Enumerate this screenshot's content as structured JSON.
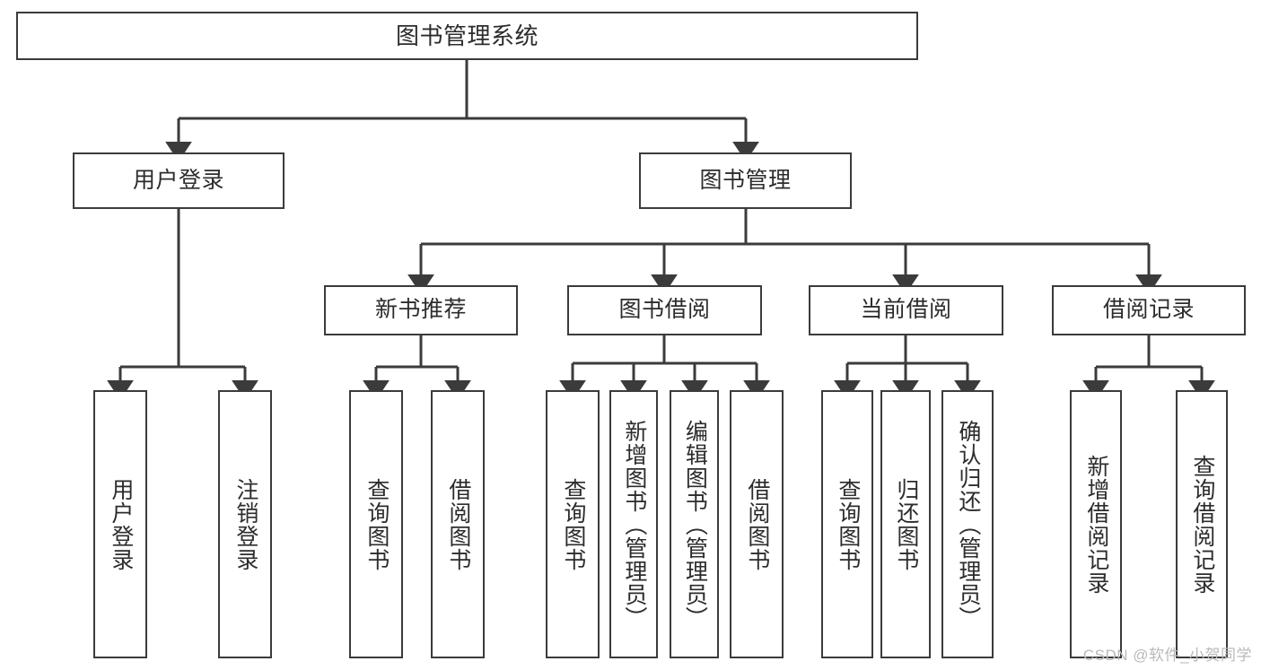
{
  "diagram": {
    "title": "图书管理系统",
    "type": "hierarchy-tree",
    "colors": {
      "box_border": "#3b3b3b",
      "box_fill": "#ffffff",
      "connector": "#3b3b3b",
      "text": "#2c2c2c",
      "watermark": "#b9b9b9"
    },
    "levels": [
      {
        "level": 1,
        "nodes": [
          {
            "id": "root",
            "label": "图书管理系统",
            "orientation": "horizontal"
          }
        ]
      },
      {
        "level": 2,
        "nodes": [
          {
            "id": "l2-user-login",
            "label": "用户登录",
            "orientation": "horizontal"
          },
          {
            "id": "l2-book-manage",
            "label": "图书管理",
            "orientation": "horizontal"
          }
        ]
      },
      {
        "level": 3,
        "nodes": [
          {
            "id": "l3-new-book-rec",
            "label": "新书推荐",
            "orientation": "horizontal"
          },
          {
            "id": "l3-book-borrow",
            "label": "图书借阅",
            "orientation": "horizontal"
          },
          {
            "id": "l3-current-borrow",
            "label": "当前借阅",
            "orientation": "horizontal"
          },
          {
            "id": "l3-borrow-record",
            "label": "借阅记录",
            "orientation": "horizontal"
          }
        ]
      },
      {
        "level": 4,
        "nodes": [
          {
            "id": "leaf-user-login",
            "label": "用户登录",
            "orientation": "vertical",
            "parent": "l2-user-login"
          },
          {
            "id": "leaf-logout-login",
            "label": "注销登录",
            "orientation": "vertical",
            "parent": "l2-user-login"
          },
          {
            "id": "leaf-query-book-1",
            "label": "查询图书",
            "orientation": "vertical",
            "parent": "l3-new-book-rec"
          },
          {
            "id": "leaf-borrow-book-1",
            "label": "借阅图书",
            "orientation": "vertical",
            "parent": "l3-new-book-rec"
          },
          {
            "id": "leaf-query-book-2",
            "label": "查询图书",
            "orientation": "vertical",
            "parent": "l3-book-borrow"
          },
          {
            "id": "leaf-add-book",
            "label": "新增图书（管理员）",
            "orientation": "vertical",
            "parent": "l3-book-borrow"
          },
          {
            "id": "leaf-edit-book",
            "label": "编辑图书（管理员）",
            "orientation": "vertical",
            "parent": "l3-book-borrow"
          },
          {
            "id": "leaf-borrow-book-2",
            "label": "借阅图书",
            "orientation": "vertical",
            "parent": "l3-book-borrow"
          },
          {
            "id": "leaf-query-book-3",
            "label": "查询图书",
            "orientation": "vertical",
            "parent": "l3-current-borrow"
          },
          {
            "id": "leaf-return-book",
            "label": "归还图书",
            "orientation": "vertical",
            "parent": "l3-current-borrow"
          },
          {
            "id": "leaf-confirm-return",
            "label": "确认归还（管理员）",
            "orientation": "vertical",
            "parent": "l3-current-borrow"
          },
          {
            "id": "leaf-add-record",
            "label": "新增借阅记录",
            "orientation": "vertical",
            "parent": "l3-borrow-record"
          },
          {
            "id": "leaf-query-record",
            "label": "查询借阅记录",
            "orientation": "vertical",
            "parent": "l3-borrow-record"
          }
        ]
      }
    ]
  },
  "watermark": {
    "text": "CSDN @软件_小贺同学"
  }
}
